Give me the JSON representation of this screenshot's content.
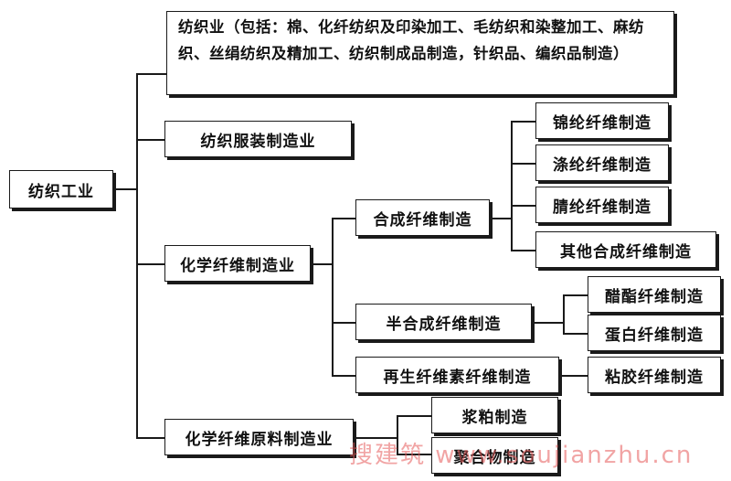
{
  "diagram": {
    "root": "纺织工业",
    "textile": "纺织业（包括：棉、化纤纺织及印染加工、毛纺织和染整加工、麻纺织、丝绢纺织及精加工、纺织制成品制造，针织品、编织品制造）",
    "apparel": "纺织服装制造业",
    "chemical_fiber": "化学纤维制造业",
    "synthetic": "合成纤维制造",
    "synthetic_children": [
      "锦纶纤维制造",
      "涤纶纤维制造",
      "腈纶纤维制造",
      "其他合成纤维制造"
    ],
    "semi_synthetic": "半合成纤维制造",
    "semi_synthetic_children": [
      "醋酯纤维制造",
      "蛋白纤维制造"
    ],
    "regenerated": "再生纤维素纤维制造",
    "regenerated_children": [
      "粘胶纤维制造"
    ],
    "raw_material": "化学纤维原料制造业",
    "raw_material_children": [
      "浆粕制造",
      "聚合物制造"
    ]
  },
  "watermark": "搜建筑 www.soujianzhu.cn"
}
